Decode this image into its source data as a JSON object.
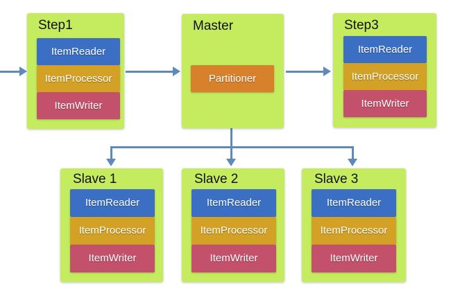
{
  "diagram": {
    "colors": {
      "group_fill": "#c5eb5f",
      "reader_fill": "#3b6fc3",
      "processor_fill": "#d4a127",
      "writer_fill": "#c4516b",
      "partitioner_fill": "#d8812d",
      "connector": "#5d89bd",
      "title_text": "#111111",
      "component_text": "#ffffff"
    },
    "nodes": [
      {
        "id": "step1",
        "title": "Step1",
        "components": [
          "ItemReader",
          "ItemProcessor",
          "ItemWriter"
        ]
      },
      {
        "id": "master",
        "title": "Master",
        "components": [
          "Partitioner"
        ]
      },
      {
        "id": "step3",
        "title": "Step3",
        "components": [
          "ItemReader",
          "ItemProcessor",
          "ItemWriter"
        ]
      },
      {
        "id": "slave1",
        "title": "Slave 1",
        "components": [
          "ItemReader",
          "ItemProcessor",
          "ItemWriter"
        ]
      },
      {
        "id": "slave2",
        "title": "Slave 2",
        "components": [
          "ItemReader",
          "ItemProcessor",
          "ItemWriter"
        ]
      },
      {
        "id": "slave3",
        "title": "Slave 3",
        "components": [
          "ItemReader",
          "ItemProcessor",
          "ItemWriter"
        ]
      }
    ],
    "edges": [
      {
        "from": "external",
        "to": "Step1"
      },
      {
        "from": "Step1",
        "to": "Master"
      },
      {
        "from": "Master",
        "to": "Step3"
      },
      {
        "from": "Master",
        "to": "Slave 1"
      },
      {
        "from": "Master",
        "to": "Slave 2"
      },
      {
        "from": "Master",
        "to": "Slave 3"
      }
    ]
  }
}
